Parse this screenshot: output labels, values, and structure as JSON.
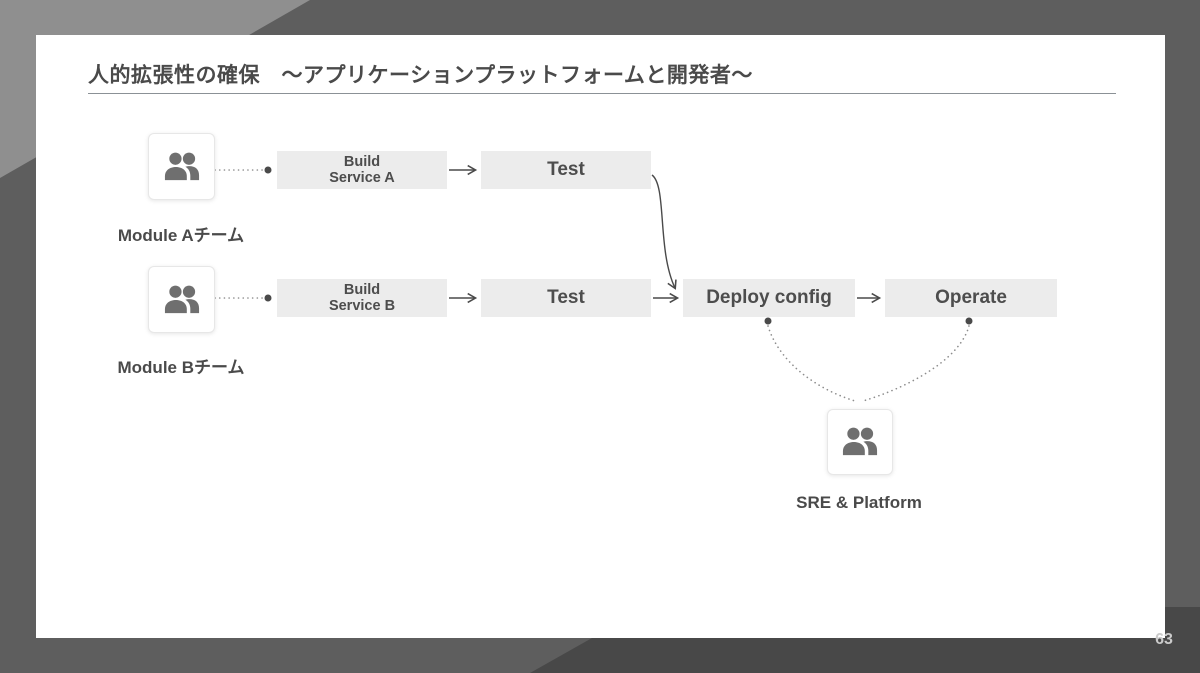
{
  "slide": {
    "title": "人的拡張性の確保　～アプリケーションプラットフォームと開発者～",
    "page_number": "63"
  },
  "teams": {
    "module_a": {
      "label": "Module Aチーム",
      "icon": "people-icon"
    },
    "module_b": {
      "label": "Module Bチーム",
      "icon": "people-icon"
    },
    "sre": {
      "label": "SRE & Platform",
      "icon": "people-icon"
    }
  },
  "pipeline": {
    "build_a": {
      "line1": "Build",
      "line2": "Service A"
    },
    "test_a": {
      "label": "Test"
    },
    "build_b": {
      "line1": "Build",
      "line2": "Service B"
    },
    "test_b": {
      "label": "Test"
    },
    "deploy": {
      "label": "Deploy config"
    },
    "operate": {
      "label": "Operate"
    }
  },
  "connections": {
    "module_a_to_build_a": "dotted",
    "module_b_to_build_b": "dotted",
    "build_a_to_test_a": "arrow",
    "build_b_to_test_b": "arrow",
    "test_a_to_deploy": "curved-arrow",
    "test_b_to_deploy": "arrow",
    "deploy_to_operate": "arrow",
    "deploy_to_sre": "dotted-curve",
    "operate_to_sre": "dotted-curve"
  },
  "colors": {
    "background_light": "#8f8f8f",
    "background_dark": "#5e5e5e",
    "background_darker": "#484848",
    "slide_background": "#ffffff",
    "box_fill": "#ececec",
    "text_primary": "#4a4a4a",
    "connector": "#4a4a4a",
    "dotted_connector": "#8d8d8d",
    "icon_gray": "#6f6f6f",
    "page_number_color": "#cbcbcb"
  }
}
